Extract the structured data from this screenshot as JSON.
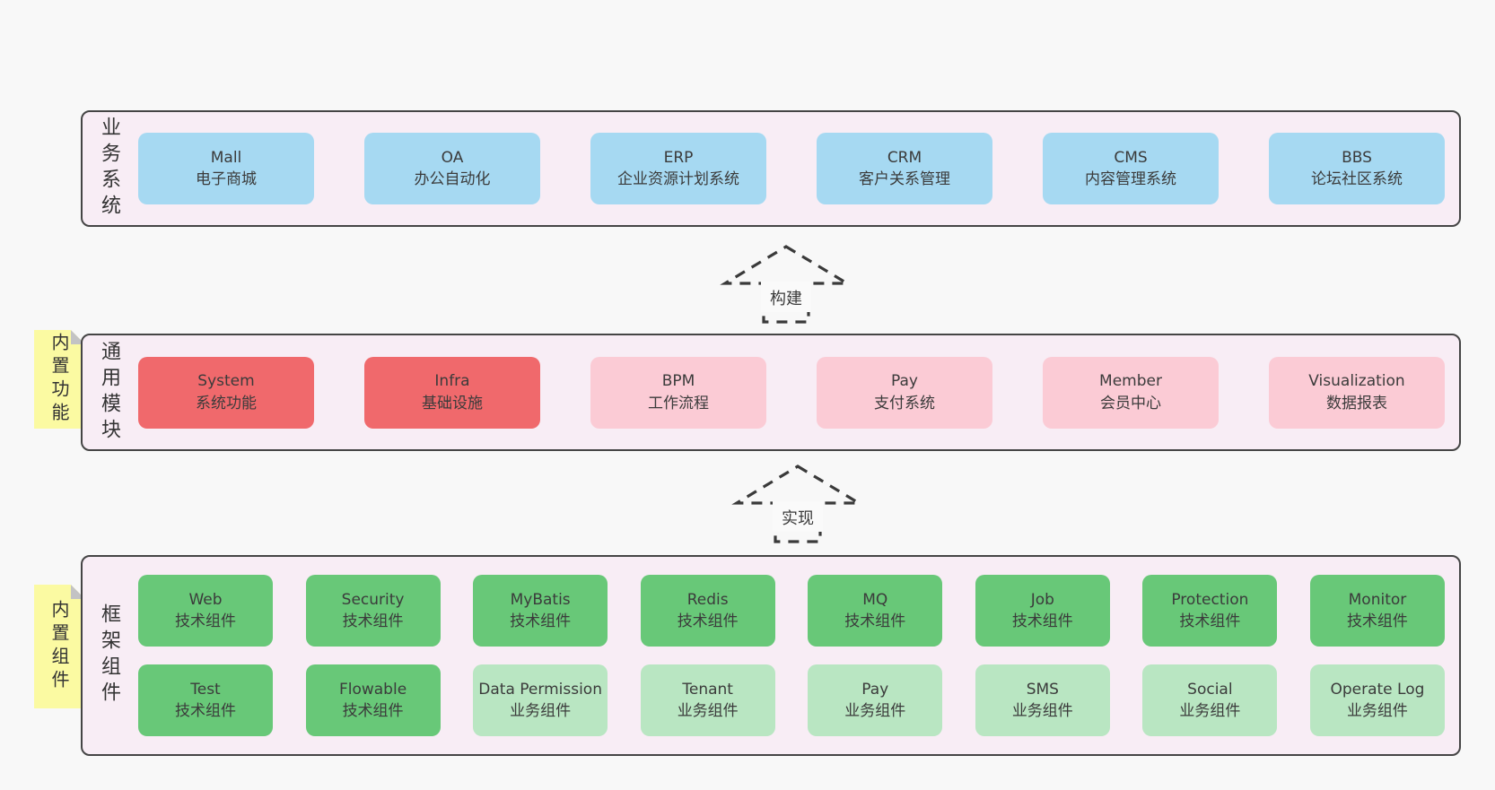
{
  "colors": {
    "page_bg": "#f8f8f8",
    "band_bg": "#f8edf5",
    "band_border": "#454545",
    "blue_box": "#a6d9f2",
    "red_box": "#f0696c",
    "pink_box": "#fbcbd5",
    "green_box": "#68c878",
    "light_green_box": "#b9e6c2",
    "note_bg": "#fbfaa2",
    "note_fold": "#c3c3c4",
    "text": "#3b3b3b"
  },
  "bands": {
    "business": {
      "label": "业务系统",
      "boxes": [
        {
          "title": "Mall",
          "subtitle": "电子商城"
        },
        {
          "title": "OA",
          "subtitle": "办公自动化"
        },
        {
          "title": "ERP",
          "subtitle": "企业资源计划系统"
        },
        {
          "title": "CRM",
          "subtitle": "客户关系管理"
        },
        {
          "title": "CMS",
          "subtitle": "内容管理系统"
        },
        {
          "title": "BBS",
          "subtitle": "论坛社区系统"
        }
      ]
    },
    "modules": {
      "label": "通用模块",
      "note": "内置功能",
      "boxes": [
        {
          "title": "System",
          "subtitle": "系统功能"
        },
        {
          "title": "Infra",
          "subtitle": "基础设施"
        },
        {
          "title": "BPM",
          "subtitle": "工作流程"
        },
        {
          "title": "Pay",
          "subtitle": "支付系统"
        },
        {
          "title": "Member",
          "subtitle": "会员中心"
        },
        {
          "title": "Visualization",
          "subtitle": "数据报表"
        }
      ]
    },
    "framework": {
      "label": "框架组件",
      "note": "内置组件",
      "row1": [
        {
          "title": "Web",
          "subtitle": "技术组件"
        },
        {
          "title": "Security",
          "subtitle": "技术组件"
        },
        {
          "title": "MyBatis",
          "subtitle": "技术组件"
        },
        {
          "title": "Redis",
          "subtitle": "技术组件"
        },
        {
          "title": "MQ",
          "subtitle": "技术组件"
        },
        {
          "title": "Job",
          "subtitle": "技术组件"
        },
        {
          "title": "Protection",
          "subtitle": "技术组件"
        },
        {
          "title": "Monitor",
          "subtitle": "技术组件"
        }
      ],
      "row2": [
        {
          "title": "Test",
          "subtitle": "技术组件"
        },
        {
          "title": "Flowable",
          "subtitle": "技术组件"
        },
        {
          "title": "Data Permission",
          "subtitle": "业务组件"
        },
        {
          "title": "Tenant",
          "subtitle": "业务组件"
        },
        {
          "title": "Pay",
          "subtitle": "业务组件"
        },
        {
          "title": "SMS",
          "subtitle": "业务组件"
        },
        {
          "title": "Social",
          "subtitle": "业务组件"
        },
        {
          "title": "Operate Log",
          "subtitle": "业务组件"
        }
      ]
    }
  },
  "arrows": {
    "build": "构建",
    "implement": "实现"
  }
}
